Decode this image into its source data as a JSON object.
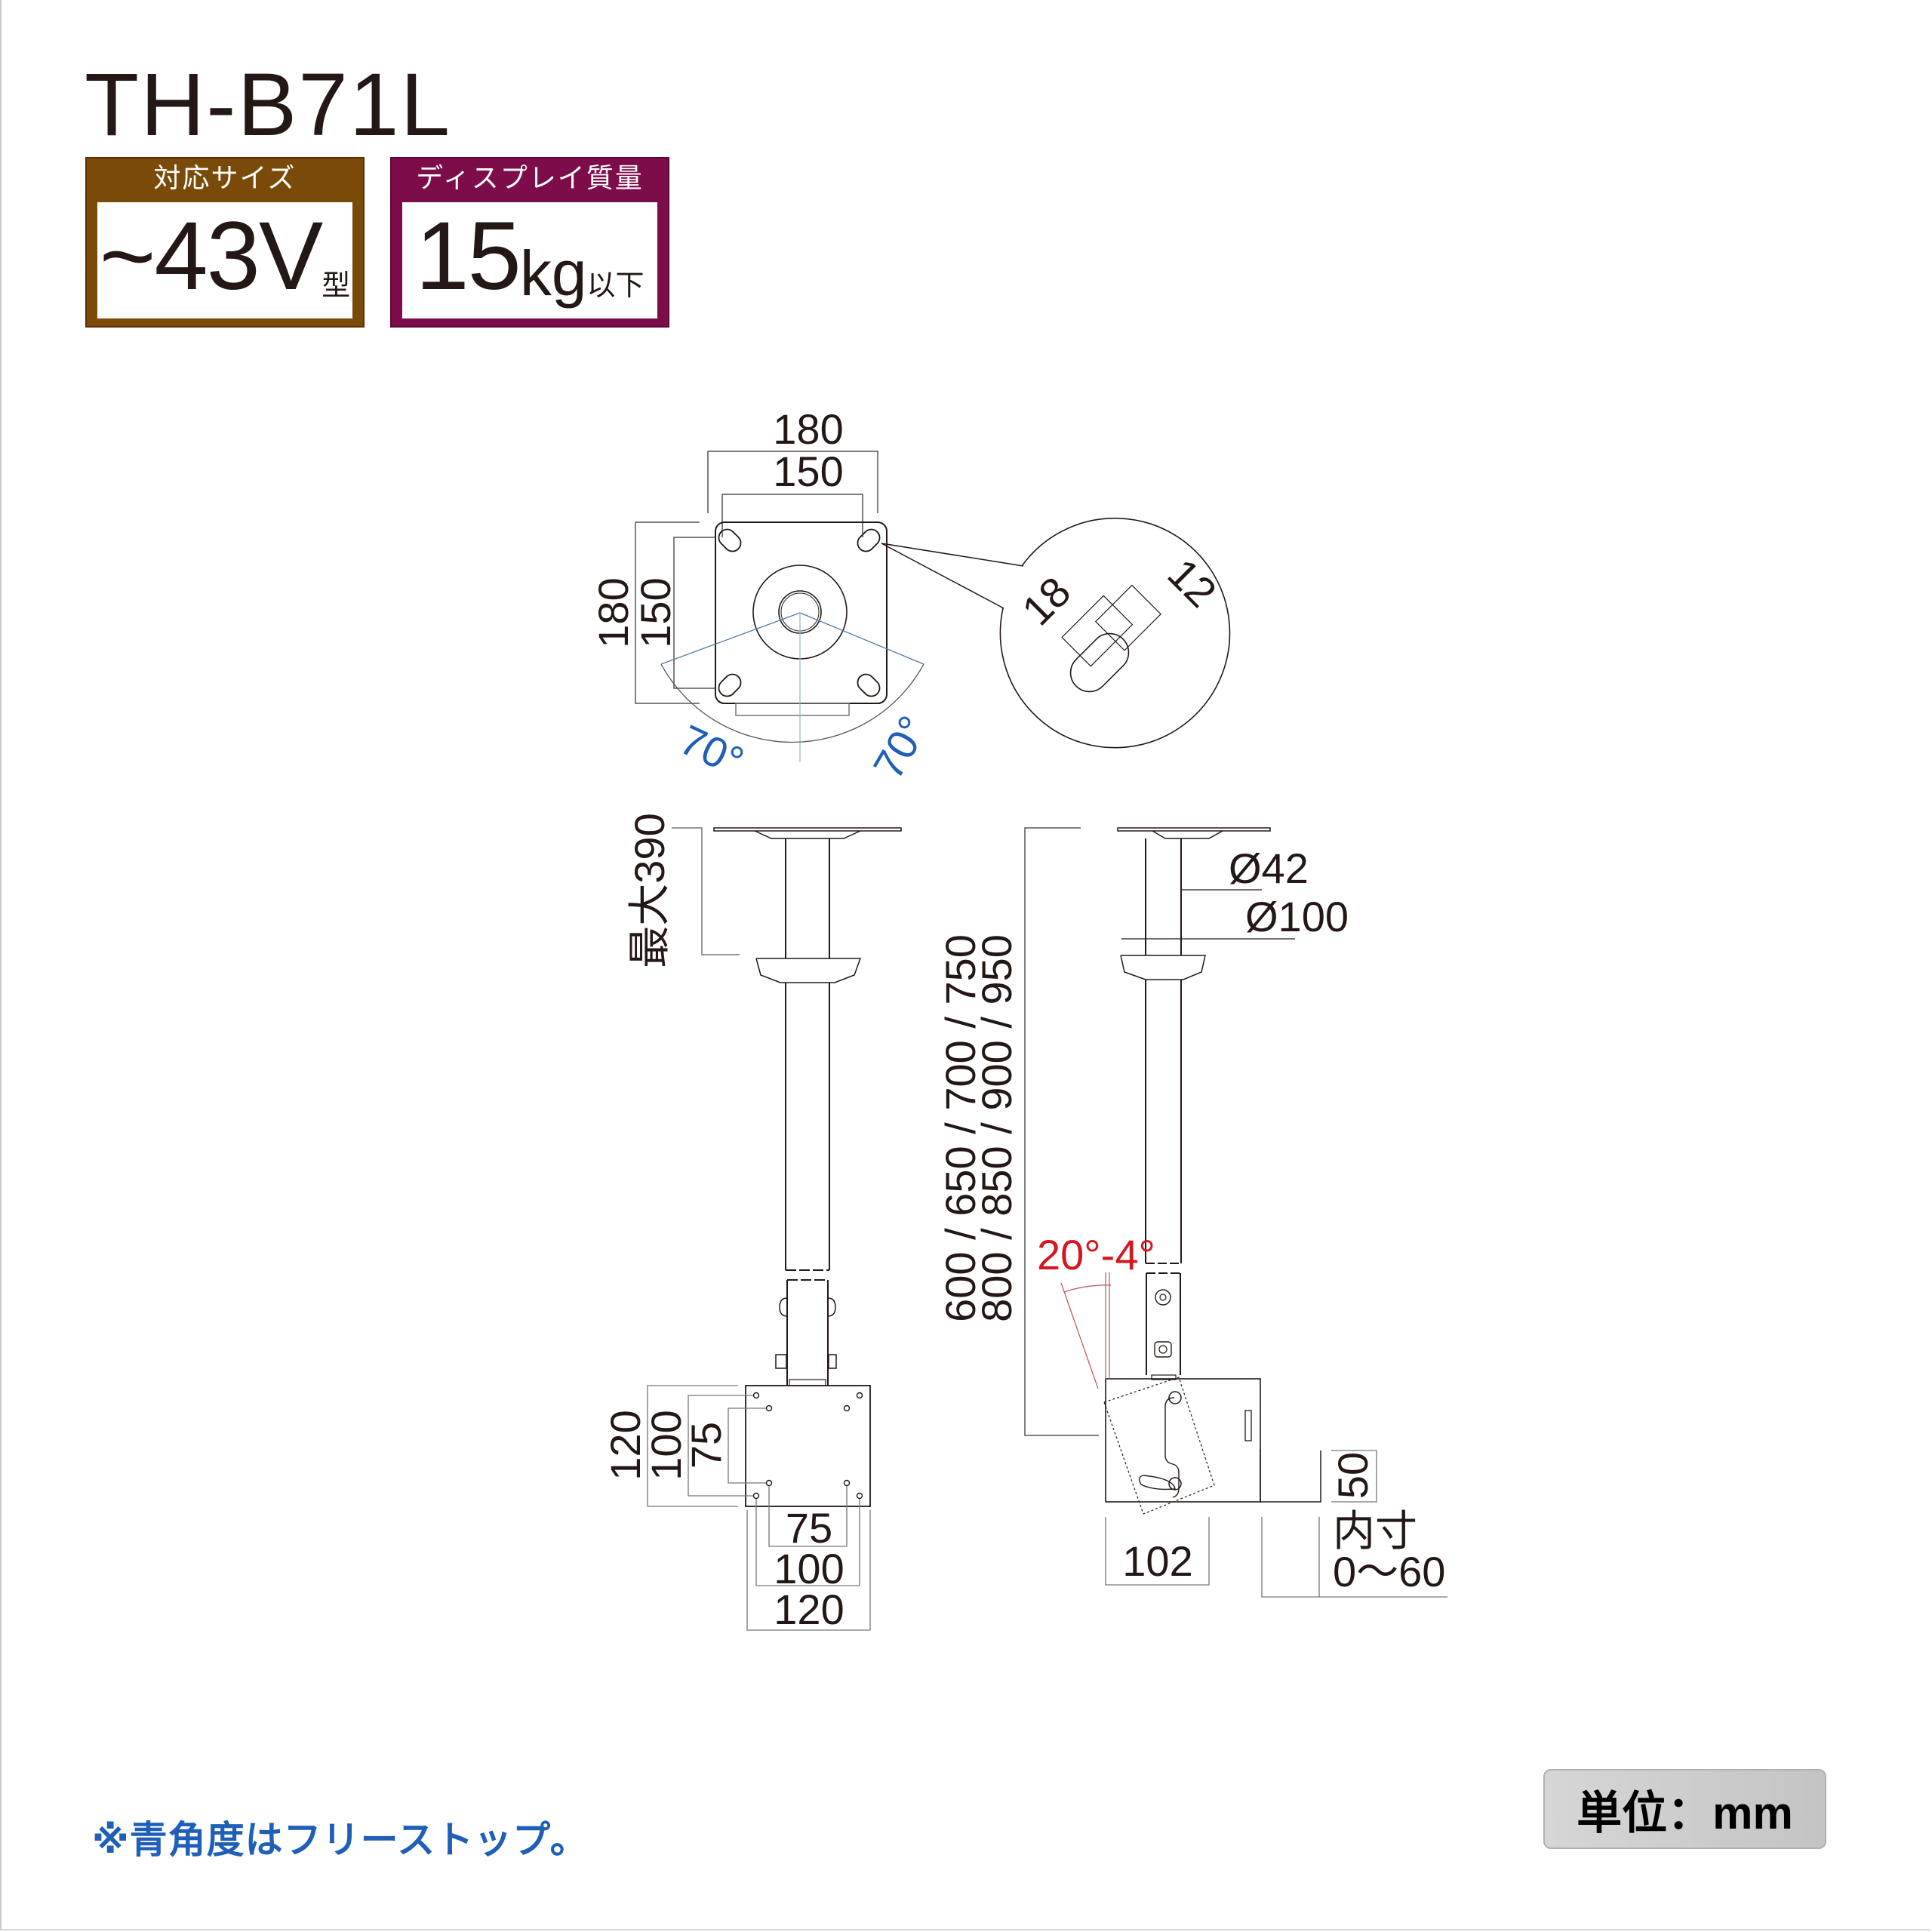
{
  "header": {
    "model": "TH-B71L"
  },
  "specs": {
    "size": {
      "label": "対応サイズ",
      "value_prefix": "~43V",
      "value_suffix": "型",
      "color": "#7a4a09"
    },
    "weight": {
      "label": "ディスプレイ質量",
      "value_number": "15",
      "value_unit": "kg",
      "value_suffix": "以下",
      "color": "#7d0c4b"
    }
  },
  "top_view": {
    "plate_width_outer": "180",
    "plate_width_holes": "150",
    "plate_height_outer": "180",
    "plate_height_holes": "150",
    "swivel_left": "70°",
    "swivel_right": "70°",
    "swivel_color": "#1f5fb8"
  },
  "hole_detail": {
    "slot_length": "18",
    "slot_width": "12"
  },
  "front_view": {
    "max_ceiling_gap": "最大390",
    "vesa_vertical": [
      "120",
      "100",
      "75"
    ],
    "vesa_horizontal": [
      "75",
      "100",
      "120"
    ]
  },
  "side_view": {
    "pole_lengths_line1": "600 / 650 / 700 / 750",
    "pole_lengths_line2": "800 / 850 / 900 / 950",
    "pole_diameter": "Ø42",
    "cover_diameter": "Ø100",
    "tilt_range": "20°-4°",
    "tilt_color": "#d7151e",
    "bracket_depth": "102",
    "clamp_height": "50",
    "inner_label": "内寸",
    "inner_range": "0～60"
  },
  "footer": {
    "note": "※青角度はフリーストップ。",
    "unit": "単位：mm"
  }
}
